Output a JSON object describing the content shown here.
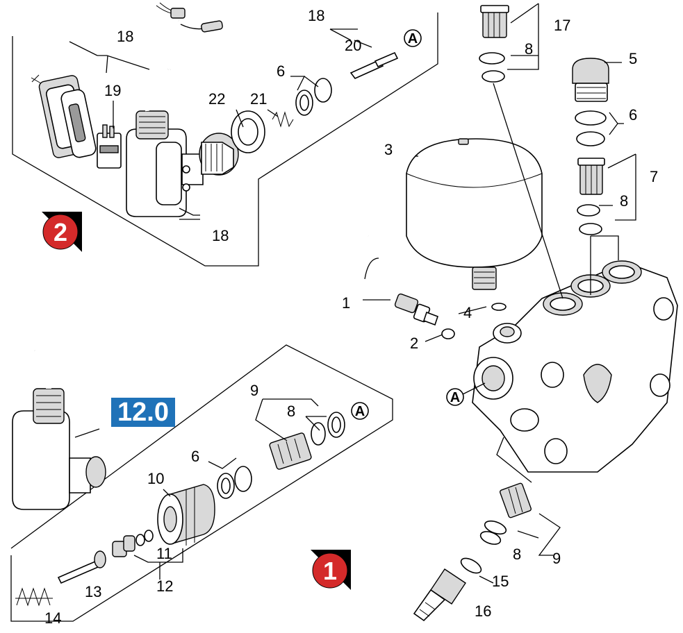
{
  "sections": {
    "marker_1": "1",
    "marker_2": "2",
    "version_badge": "12.0",
    "connector_label": "A"
  },
  "callouts": {
    "c1": "1",
    "c2": "2",
    "c3": "3",
    "c4": "4",
    "c5": "5",
    "c6_top": "6",
    "c6_right": "6",
    "c6_bottom": "6",
    "c7": "7",
    "c8_top": "8",
    "c8_right": "8",
    "c8_bottom": "8",
    "c8_lower": "8",
    "c9_bottom": "9",
    "c9_lower": "9",
    "c10": "10",
    "c11": "11",
    "c12": "12",
    "c13": "13",
    "c14": "14",
    "c15": "15",
    "c16": "16",
    "c17": "17",
    "c18_top": "18",
    "c18_mid": "18",
    "c18_low": "18",
    "c19": "19",
    "c20": "20",
    "c21": "21",
    "c22": "22"
  },
  "colors": {
    "marker_red": "#d42a2a",
    "badge_blue": "#1f72b8",
    "line": "#000000"
  }
}
